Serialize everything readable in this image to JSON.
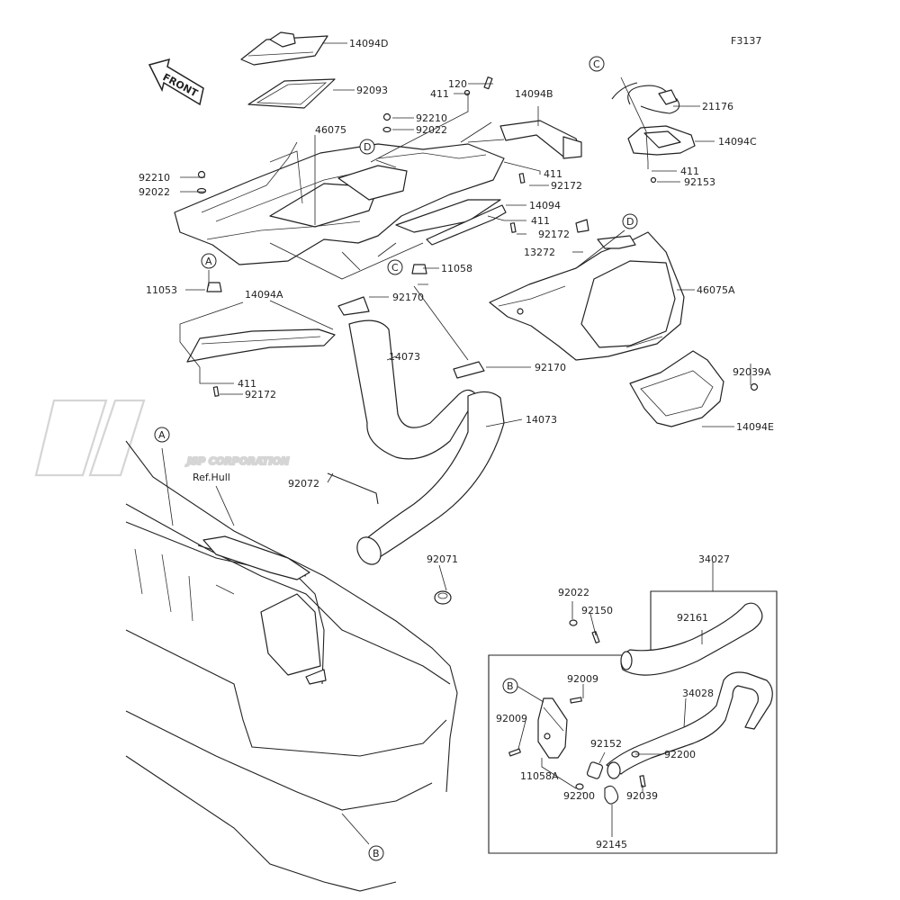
{
  "figure_code": "F3137",
  "front_label": "FRONT",
  "watermark": "JSP CORPORATION",
  "hull_label": "Ref.Hull",
  "view_refs": [
    "A",
    "B",
    "C",
    "D"
  ],
  "parts": {
    "p14094D": "14094D",
    "p92093": "92093",
    "p120": "120",
    "p411": "411",
    "p14094B": "14094B",
    "p92210": "92210",
    "p92022": "92022",
    "p46075": "46075",
    "p92172": "92172",
    "p14094": "14094",
    "p13272": "13272",
    "p11058": "11058",
    "p11053": "11053",
    "p14094A": "14094A",
    "p92170": "92170",
    "p14073": "14073",
    "p92072": "92072",
    "p21176": "21176",
    "p14094C": "14094C",
    "p92153": "92153",
    "p46075A": "46075A",
    "p92039A": "92039A",
    "p14094E": "14094E",
    "p92071": "92071",
    "p34027": "34027",
    "p92150": "92150",
    "p92161": "92161",
    "p92009": "92009",
    "p34028": "34028",
    "p92152": "92152",
    "p92200": "92200",
    "p11058A": "11058A",
    "p92039": "92039",
    "p92145": "92145"
  }
}
